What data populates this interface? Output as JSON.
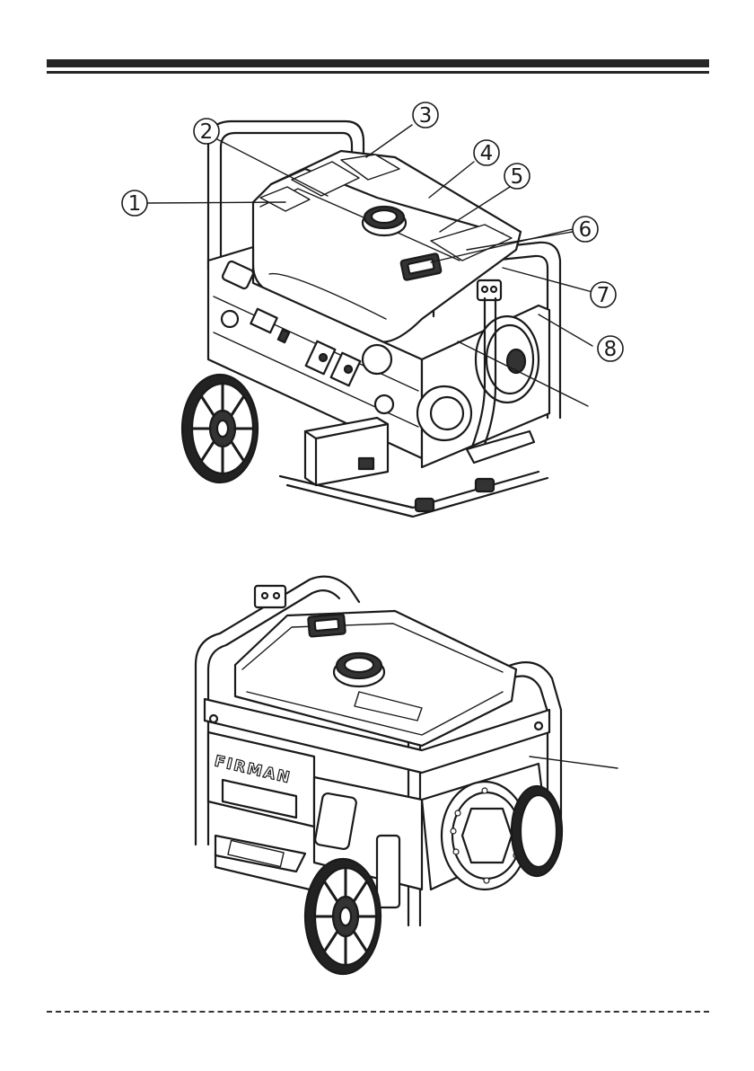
{
  "figure_top": {
    "callouts": [
      {
        "number": "1"
      },
      {
        "number": "2"
      },
      {
        "number": "3"
      },
      {
        "number": "4"
      },
      {
        "number": "5"
      },
      {
        "number": "6"
      },
      {
        "number": "7"
      },
      {
        "number": "8"
      }
    ]
  },
  "figure_bottom": {
    "brand_text": "FIRMAN"
  }
}
